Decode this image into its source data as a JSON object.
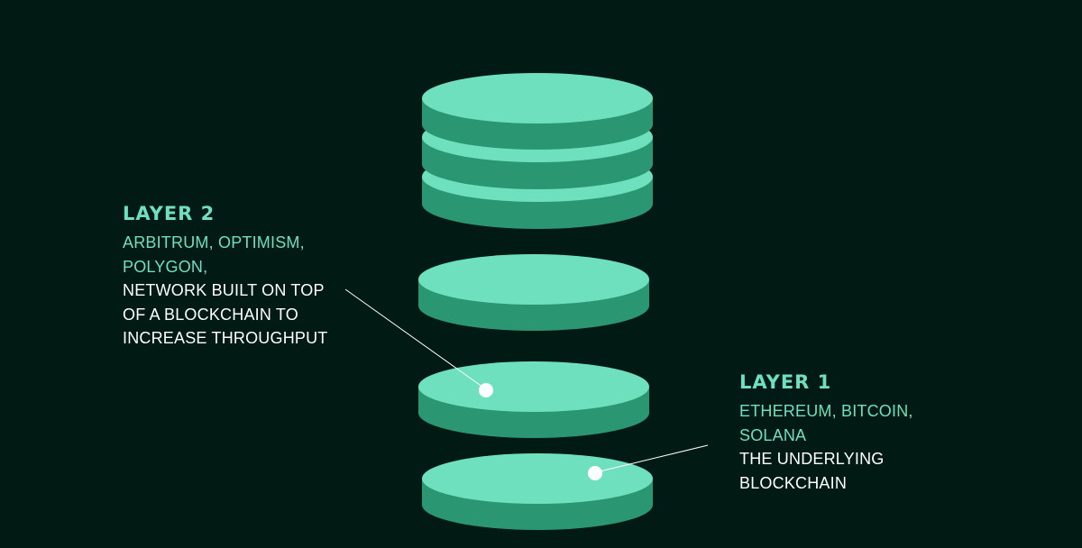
{
  "colors": {
    "background": "#011a14",
    "disk_top": "#6ee0bd",
    "disk_side": "#2a9772",
    "accent_text": "#6ee0bd",
    "plain_text": "#ffffff",
    "leader_line": "#ffffff"
  },
  "layer2": {
    "title": "LAYER 2",
    "examples_line1": "ARBITRUM, OPTIMISM,",
    "examples_line2": "POLYGON,",
    "desc_line1": "NETWORK BUILT ON TOP",
    "desc_line2": "OF A BLOCKCHAIN TO",
    "desc_line3": "INCREASE THROUGHPUT"
  },
  "layer1": {
    "title": "LAYER 1",
    "examples_line1": "ETHEREUM, BITCOIN,",
    "examples_line2": "SOLANA",
    "desc_line1": "THE UNDERLYING",
    "desc_line2": "BLOCKCHAIN"
  }
}
